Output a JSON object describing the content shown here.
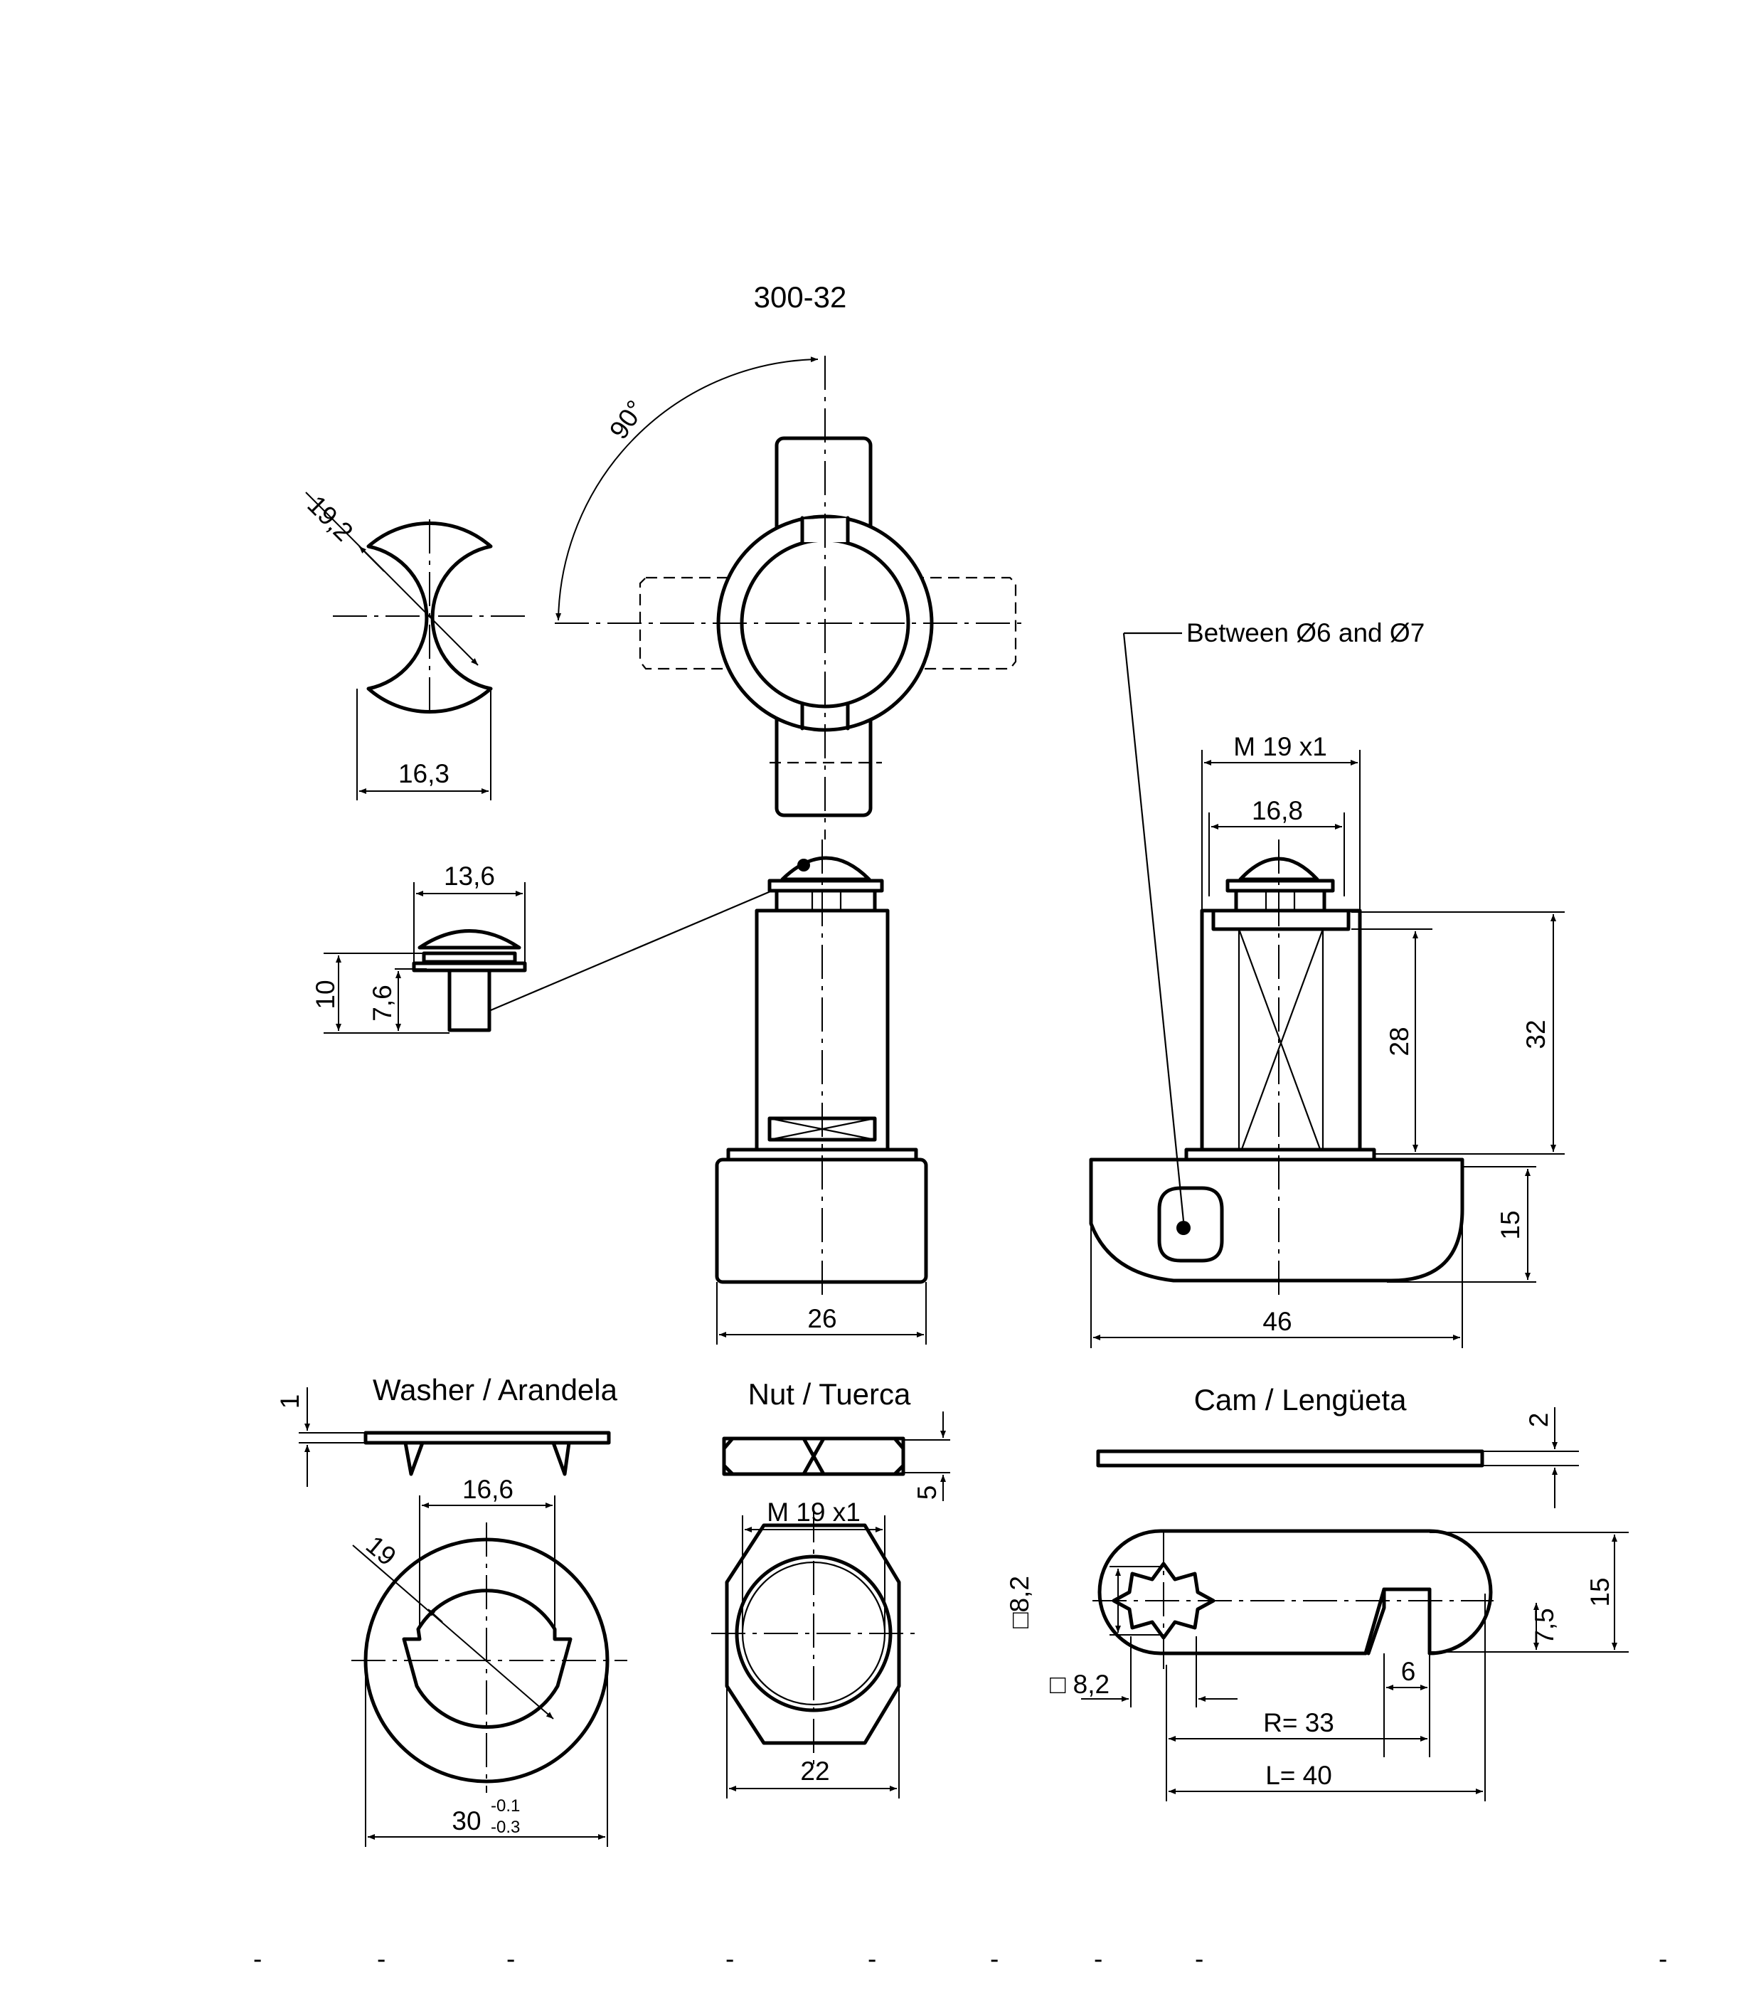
{
  "title": "300-32",
  "angle": "90°",
  "note": "Between Ø6 and Ø7",
  "sections": {
    "washer": "Washer / Arandela",
    "nut": "Nut / Tuerca",
    "cam": "Cam / Lengüeta"
  },
  "dims": {
    "key_dia": "19,2",
    "key_width": "16,3",
    "screw_head": "13,6",
    "screw_total": "10",
    "screw_shank": "7,6",
    "body_width": "26",
    "thread": "M 19 x1",
    "flat_width": "16,8",
    "length_28": "28",
    "length_32": "32",
    "base_height": "15",
    "base_width": "46",
    "washer_thick": "1",
    "washer_flat": "16,6",
    "washer_inner": "19",
    "washer_od": "30",
    "washer_tol_upper": "-0.1",
    "washer_tol_lower": "-0.3",
    "nut_thread": "M 19 x1",
    "nut_thick": "5",
    "nut_width": "22",
    "cam_thick": "2",
    "cam_square_v": "□8,2",
    "cam_square_h": "□ 8,2",
    "cam_slot": "6",
    "cam_r": "R= 33",
    "cam_l": "L= 40",
    "cam_offset": "7,5",
    "cam_width": "15"
  },
  "footer_marks": [
    "-",
    "-",
    "-",
    "-",
    "-",
    "-",
    "-",
    "-",
    "-",
    "-"
  ]
}
